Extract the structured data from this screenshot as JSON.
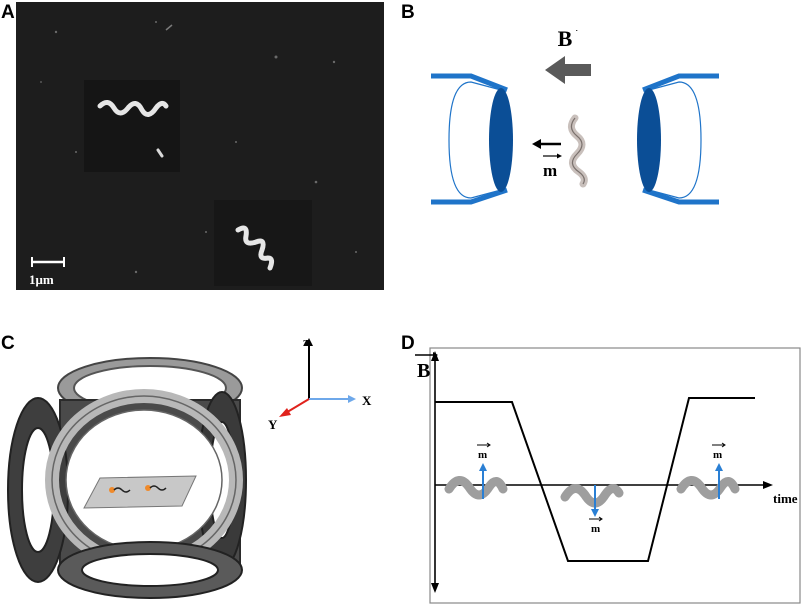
{
  "panels": {
    "a": {
      "label": "A",
      "scale_bar_label": "1μm"
    },
    "b": {
      "label": "B",
      "field_symbol": "B",
      "moment_symbol": "m"
    },
    "c": {
      "label": "C",
      "axis_z": "z",
      "axis_x": "X",
      "axis_y": "Y"
    },
    "d": {
      "label": "D",
      "field_symbol": "B",
      "moment_symbol": "m",
      "time_label": "time"
    }
  },
  "colors": {
    "sem_background": "#1d1d1d",
    "coil_blue": "#1f74c9",
    "coil_dark_blue": "#0b4e96",
    "arrow_gray": "#5a5a5a",
    "axis_red": "#e0221c",
    "axis_blue": "#6ea8ea",
    "moment_blue": "#2a7fd4",
    "particle_orange": "#f08a2a"
  }
}
